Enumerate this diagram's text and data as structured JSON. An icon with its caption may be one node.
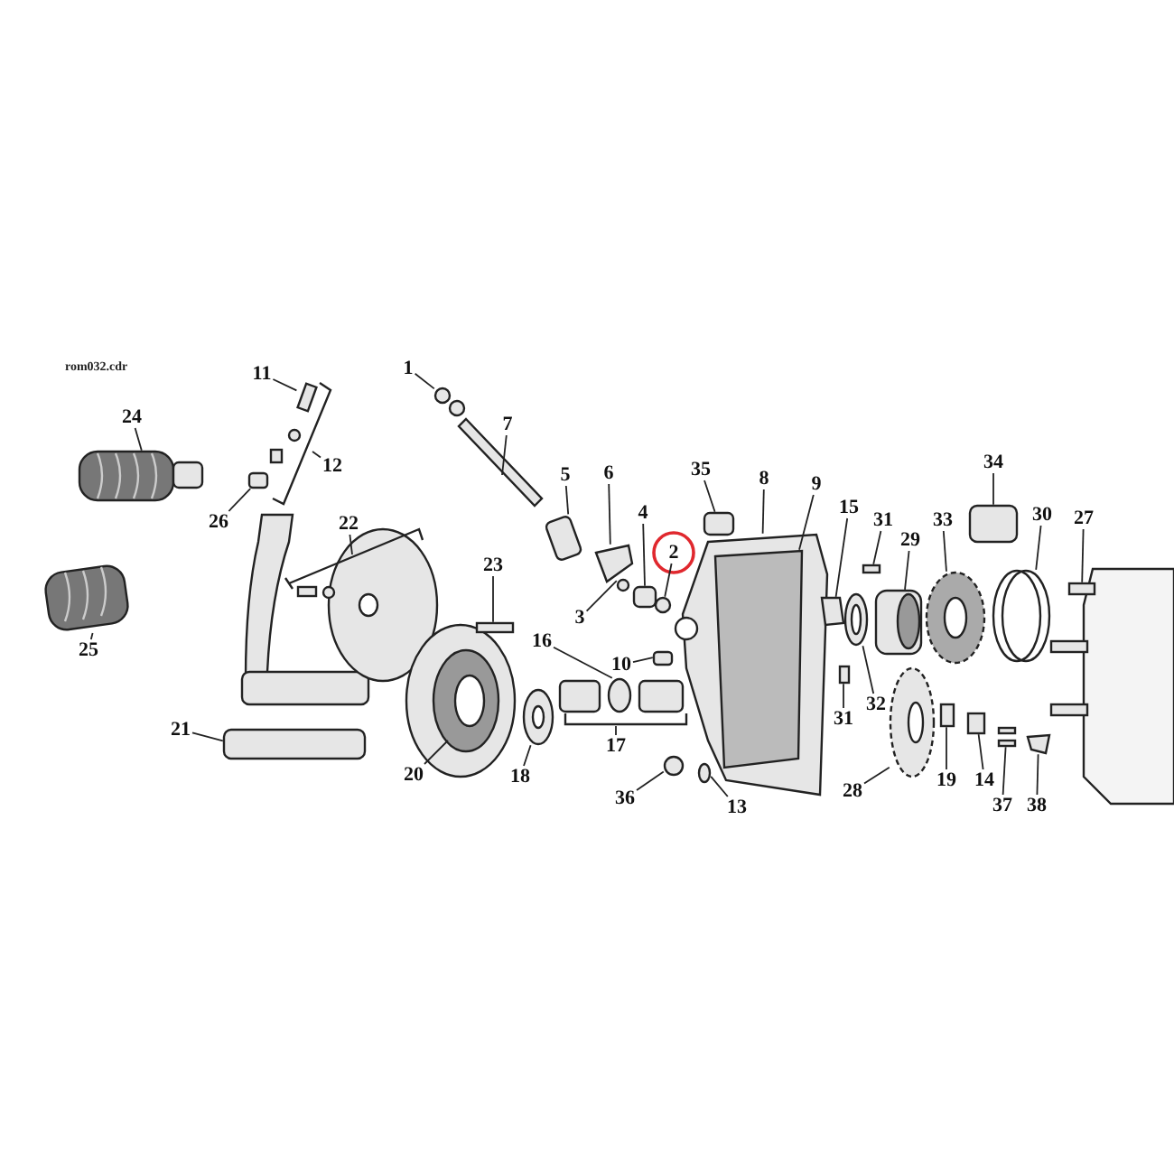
{
  "diagram": {
    "nodes": [
      {
        "text": [
          "11"
        ]
      },
      {
        "text": [
          "1"
        ]
      },
      {
        "text": [
          "24"
        ]
      },
      {
        "text": [
          "7"
        ]
      },
      {
        "text": [
          "34"
        ]
      },
      {
        "text": [
          "12"
        ]
      },
      {
        "text": [
          "5"
        ]
      },
      {
        "text": [
          "6"
        ]
      },
      {
        "text": [
          "35"
        ]
      },
      {
        "text": [
          "8"
        ]
      },
      {
        "text": [
          "9"
        ]
      },
      {
        "text": [
          "15"
        ]
      },
      {
        "text": [
          "31"
        ]
      },
      {
        "text": [
          "29"
        ]
      },
      {
        "text": [
          "33"
        ]
      },
      {
        "text": [
          "30"
        ]
      },
      {
        "text": [
          "27"
        ]
      },
      {
        "text": [
          "4"
        ]
      },
      {
        "text": [
          "26"
        ]
      },
      {
        "text": [
          "22"
        ]
      },
      {
        "text": [
          "2"
        ]
      },
      {
        "text": [
          "23"
        ]
      },
      {
        "text": [
          "3"
        ]
      },
      {
        "text": [
          "16"
        ]
      },
      {
        "text": [
          "25"
        ]
      },
      {
        "text": [
          "10"
        ]
      },
      {
        "text": [
          "32"
        ]
      },
      {
        "text": [
          "31"
        ]
      },
      {
        "text": [
          "21"
        ]
      },
      {
        "text": [
          "17"
        ]
      },
      {
        "text": [
          "20"
        ]
      },
      {
        "text": [
          "18"
        ]
      },
      {
        "text": [
          "19"
        ]
      },
      {
        "text": [
          "14"
        ]
      },
      {
        "text": [
          "28"
        ]
      },
      {
        "text": [
          "36"
        ]
      },
      {
        "text": [
          "13"
        ]
      },
      {
        "text": [
          "37"
        ]
      },
      {
        "text": [
          "38"
        ]
      },
      {
        "text": [],
        "shape": "picture"
      },
      {
        "text": [],
        "shape": "picture"
      },
      {
        "text": [],
        "shape": "box"
      },
      {
        "text": [],
        "shape": "box"
      },
      {
        "text": [],
        "shape": "box"
      },
      {
        "text": [],
        "shape": "picture"
      },
      {
        "text": [],
        "shape": "circle"
      },
      {
        "text": [],
        "shape": "box"
      },
      {
        "text": [],
        "shape": "box"
      },
      {
        "text": [],
        "shape": "circle"
      },
      {
        "text": [],
        "shape": "box"
      },
      {
        "text": [],
        "shape": "box"
      },
      {
        "text": [],
        "shape": "circle"
      },
      {
        "text": [],
        "shape": "circle"
      },
      {
        "text": [],
        "shape": "box"
      },
      {
        "text": [],
        "shape": "box"
      },
      {
        "text": [],
        "shape": "circle"
      },
      {
        "text": [],
        "shape": "circle"
      },
      {
        "text": [],
        "shape": "box"
      },
      {
        "text": [],
        "shape": "box"
      },
      {
        "text": [],
        "shape": "circle"
      },
      {
        "text": [],
        "shape": "box",
        "in": 57
      },
      {
        "text": [],
        "shape": "box"
      },
      {
        "text": [],
        "shape": "box"
      },
      {
        "text": [],
        "shape": "circle"
      },
      {
        "text": [],
        "shape": "box"
      },
      {
        "text": [],
        "shape": "picture"
      },
      {
        "text": [],
        "shape": "circle"
      },
      {
        "text": [],
        "shape": "box"
      },
      {
        "text": [],
        "shape": "circle"
      },
      {
        "text": [],
        "shape": "box"
      },
      {
        "text": [],
        "shape": "box"
      },
      {
        "text": [],
        "shape": "box"
      },
      {
        "text": [],
        "shape": "circle"
      },
      {
        "text": [],
        "shape": "box"
      },
      {
        "text": [],
        "shape": "box"
      }
    ],
    "edges": [
      {
        "from": 0,
        "to": 43,
        "arrow": "none"
      },
      {
        "from": 1,
        "to": 45,
        "arrow": "none"
      },
      {
        "from": 2,
        "to": 40,
        "arrow": "none"
      },
      {
        "from": 3,
        "to": 46,
        "arrow": "none"
      },
      {
        "from": 4,
        "to": 69,
        "arrow": "none"
      },
      {
        "from": 5,
        "to": null,
        "arrow": "none"
      },
      {
        "from": 6,
        "to": 49,
        "arrow": "none"
      },
      {
        "from": 7,
        "to": 50,
        "arrow": "none"
      },
      {
        "from": 8,
        "to": 58,
        "arrow": "none"
      },
      {
        "from": 9,
        "to": 57,
        "arrow": "none"
      },
      {
        "from": 10,
        "to": 60,
        "arrow": "none"
      },
      {
        "from": 11,
        "to": 61,
        "arrow": "none"
      },
      {
        "from": 12,
        "to": 64,
        "arrow": "none"
      },
      {
        "from": 13,
        "to": 65,
        "arrow": "none"
      },
      {
        "from": 14,
        "to": 68,
        "arrow": "none"
      },
      {
        "from": 15,
        "to": 72,
        "arrow": "none"
      },
      {
        "from": 16,
        "to": 74,
        "arrow": "none"
      },
      {
        "from": 17,
        "to": 53,
        "arrow": "none"
      },
      {
        "from": 18,
        "to": 42,
        "arrow": "none"
      },
      {
        "from": 19,
        "to": null,
        "arrow": "none"
      },
      {
        "from": 20,
        "to": 55,
        "arrow": "none"
      },
      {
        "from": 21,
        "to": 47,
        "arrow": "none"
      },
      {
        "from": 22,
        "to": 52,
        "arrow": "none"
      },
      {
        "from": 23,
        "to": 51,
        "arrow": "none"
      },
      {
        "from": 24,
        "to": 39,
        "arrow": "none"
      },
      {
        "from": 25,
        "to": 54,
        "arrow": "none"
      },
      {
        "from": 26,
        "to": 63,
        "arrow": "none"
      },
      {
        "from": 27,
        "to": 62,
        "arrow": "none"
      },
      {
        "from": 28,
        "to": 41,
        "arrow": "none"
      },
      {
        "from": 29,
        "to": null,
        "arrow": "none"
      },
      {
        "from": 30,
        "to": 44,
        "arrow": "none"
      },
      {
        "from": 31,
        "to": 48,
        "arrow": "none"
      },
      {
        "from": 32,
        "to": 67,
        "arrow": "none"
      },
      {
        "from": 33,
        "to": 70,
        "arrow": "none"
      },
      {
        "from": 34,
        "to": 66,
        "arrow": "none"
      },
      {
        "from": 35,
        "to": 56,
        "arrow": "none"
      },
      {
        "from": 36,
        "to": 59,
        "arrow": "none"
      },
      {
        "from": 37,
        "to": 71,
        "arrow": "none"
      },
      {
        "from": 38,
        "to": 73,
        "arrow": "none"
      }
    ],
    "labels": [
      "rom032.cdr"
    ]
  }
}
